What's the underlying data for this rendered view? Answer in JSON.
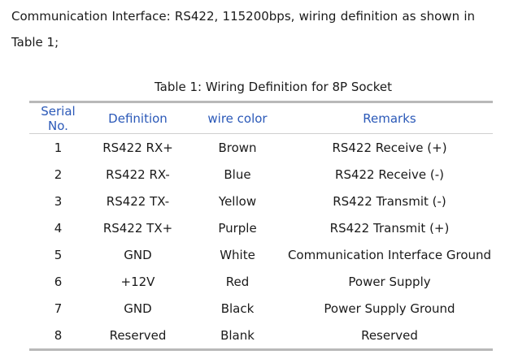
{
  "intro": {
    "text": "Communication Interface: RS422, 115200bps, wiring definition as shown in Table 1;"
  },
  "table": {
    "caption": "Table 1: Wiring Definition for 8P Socket",
    "headers": [
      "Serial No.",
      "Definition",
      "wire color",
      "Remarks"
    ],
    "rows": [
      [
        "1",
        "RS422 RX+",
        "Brown",
        "RS422 Receive (+)"
      ],
      [
        "2",
        "RS422 RX-",
        "Blue",
        "RS422 Receive (-)"
      ],
      [
        "3",
        "RS422 TX-",
        "Yellow",
        "RS422 Transmit (-)"
      ],
      [
        "4",
        "RS422 TX+",
        "Purple",
        "RS422 Transmit (+)"
      ],
      [
        "5",
        "GND",
        "White",
        "Communication Interface Ground"
      ],
      [
        "6",
        "+12V",
        "Red",
        "Power Supply"
      ],
      [
        "7",
        "GND",
        "Black",
        "Power Supply Ground"
      ],
      [
        "8",
        "Reserved",
        "Blank",
        "Reserved"
      ]
    ]
  },
  "colors": {
    "header_text": "#2b59b8",
    "body_text": "#1a1a1a",
    "rule": "#b9b9b9"
  }
}
